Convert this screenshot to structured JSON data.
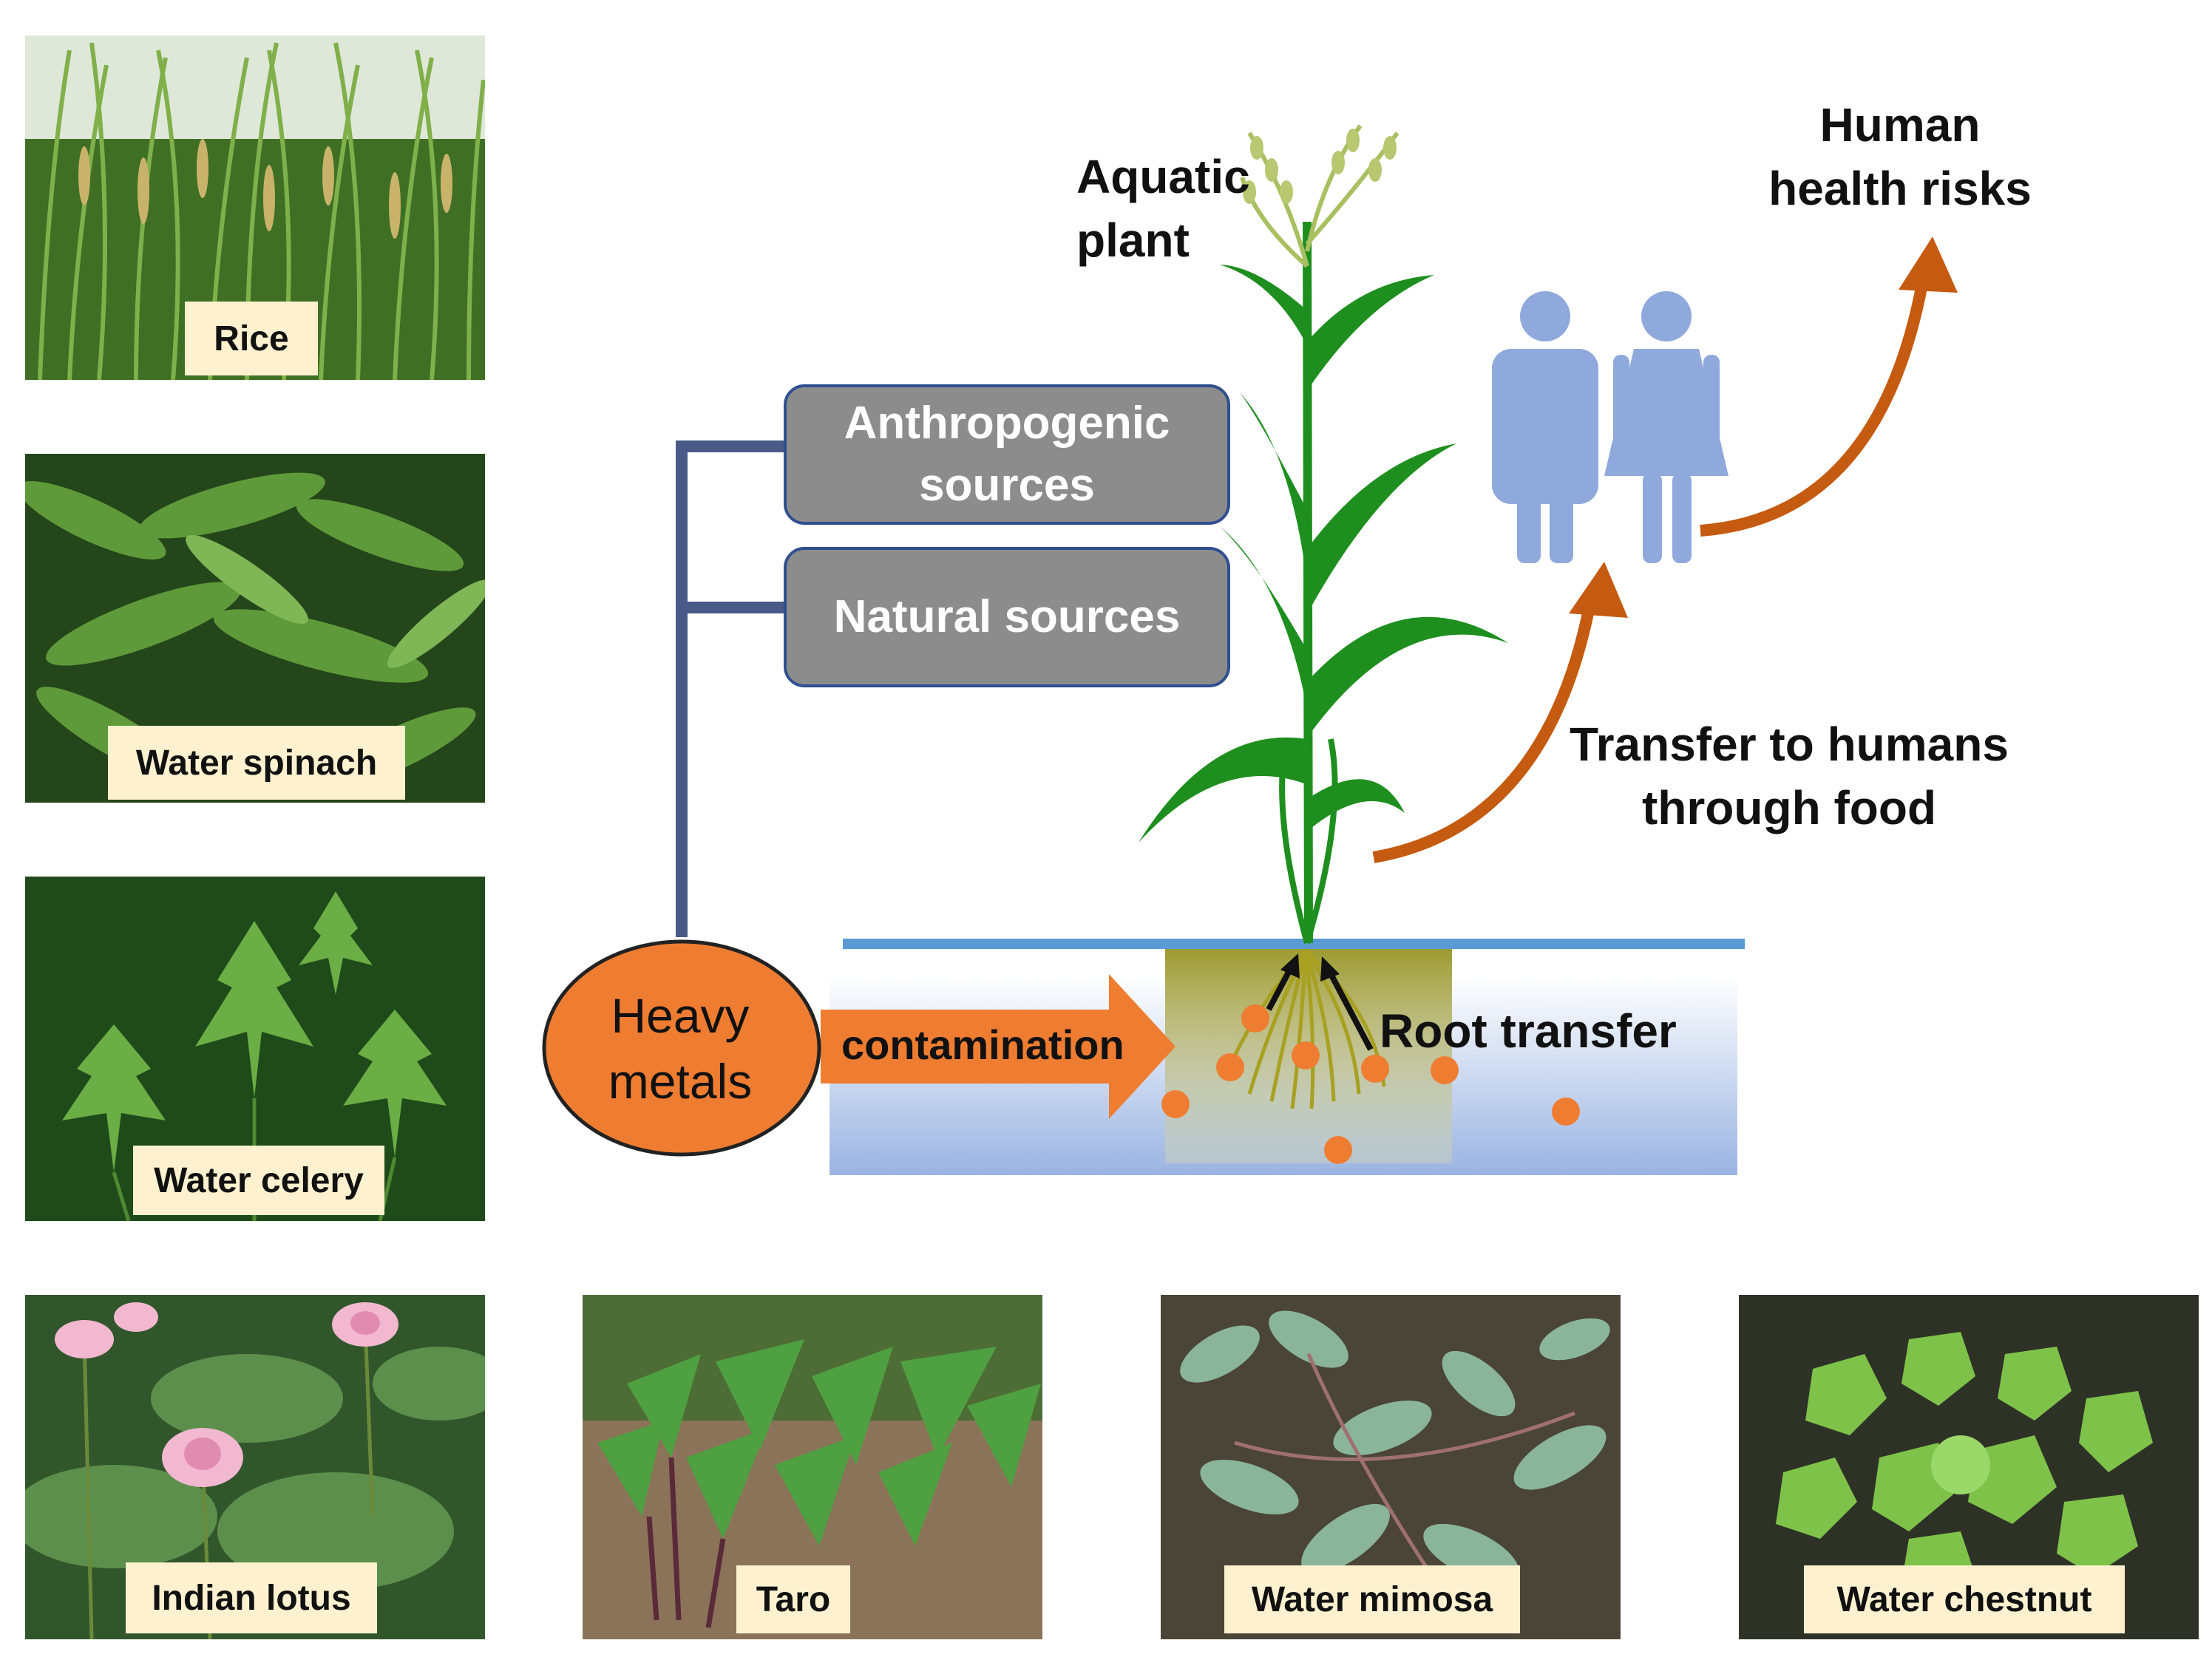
{
  "plants": [
    {
      "name": "Rice"
    },
    {
      "name": "Water spinach"
    },
    {
      "name": "Water celery"
    },
    {
      "name": "Indian lotus"
    },
    {
      "name": "Taro"
    },
    {
      "name": "Water mimosa"
    },
    {
      "name": "Water chestnut"
    }
  ],
  "sources": {
    "anthropogenic_line1": "Anthropogenic",
    "anthropogenic_line2": "sources",
    "natural": "Natural sources"
  },
  "heavy_metals": {
    "line1": "Heavy",
    "line2": "metals"
  },
  "contamination": "contamination",
  "root_transfer": "Root transfer",
  "aquatic_plant": {
    "line1": "Aquatic",
    "line2": "plant"
  },
  "transfer_food": {
    "line1": "Transfer to humans",
    "line2": "through food"
  },
  "health_risks": {
    "line1": "Human",
    "line2": "health risks"
  },
  "colors": {
    "orange": "#ef7d31",
    "arrow_brown": "#c55a11",
    "box_gray": "#8c8c8c",
    "box_border": "#2f4f8f",
    "people": "#8fa9dc",
    "water_line": "#5b9bd5",
    "plant_green": "#1e8f1e"
  }
}
